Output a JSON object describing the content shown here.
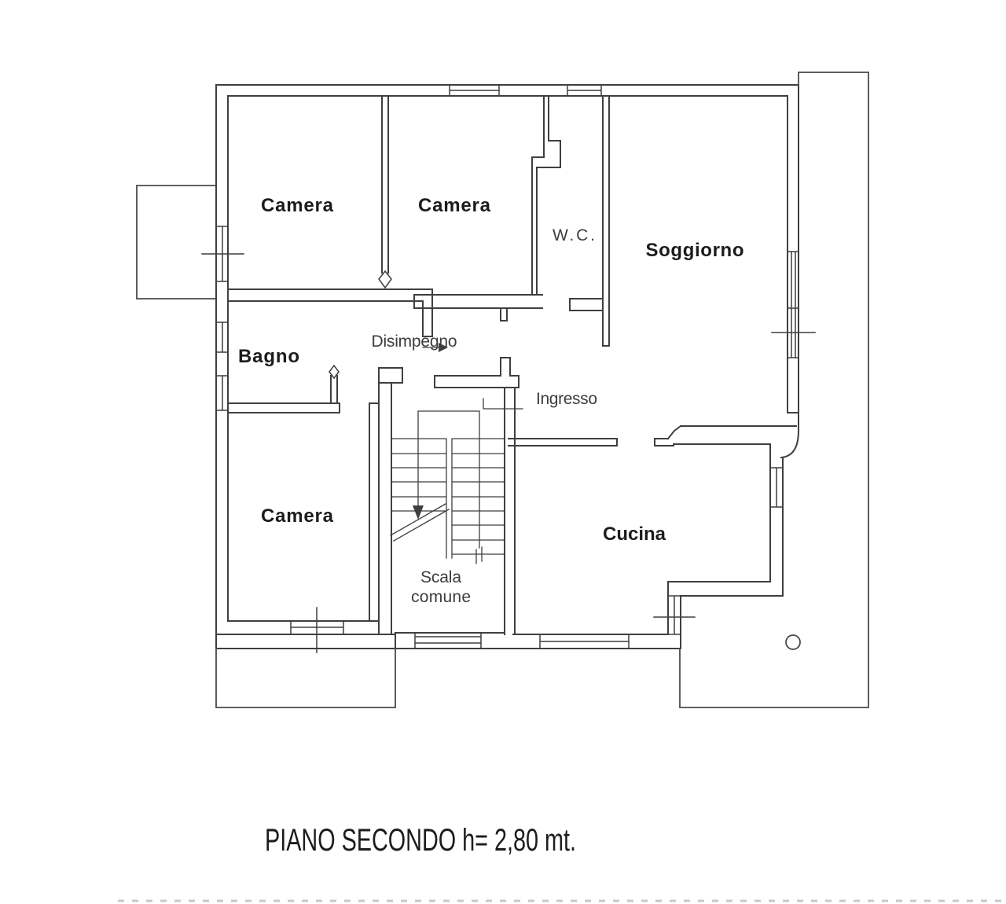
{
  "document": {
    "type": "architectural-floor-plan",
    "caption": "PIANO SECONDO h= 2,80 mt.",
    "floor": "PIANO SECONDO",
    "ceiling_height": "h= 2,80 mt."
  },
  "rooms": {
    "camera1": "Camera",
    "camera2": "Camera",
    "wc": "W.C.",
    "soggiorno": "Soggiorno",
    "bagno": "Bagno",
    "disimpegno": "Disimpegno",
    "ingresso": "Ingresso",
    "camera3": "Camera",
    "cucina": "Cucina",
    "scala_line1": "Scala",
    "scala_line2": "comune"
  },
  "colors": {
    "background": "#ffffff",
    "line": "#3f3f3f",
    "bold_text": "#1c1c1c",
    "regular_text": "#3d3d3d",
    "faint_line": "#c8c8c8"
  }
}
